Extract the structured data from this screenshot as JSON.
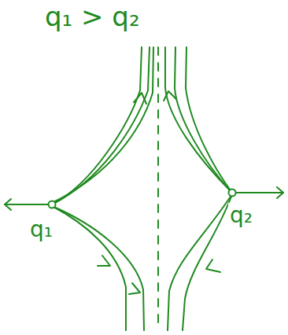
{
  "diagram": {
    "labels": [
      "q₁ > q₂",
      "q₁",
      "q₂"
    ]
  }
}
